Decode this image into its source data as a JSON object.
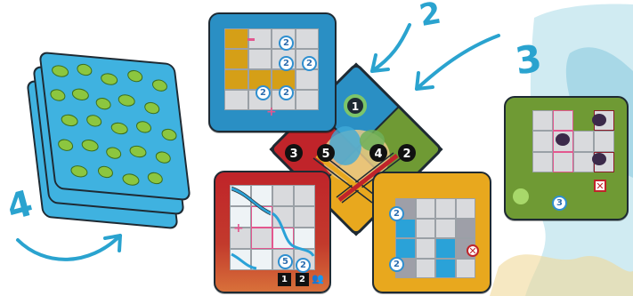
{
  "arrows": {
    "label_2": "2",
    "label_3": "3",
    "label_4": "4"
  },
  "blue_card": {
    "badges": [
      "2",
      "2",
      "2",
      "2",
      "2"
    ]
  },
  "red_card": {
    "badge_a": "5",
    "badge_b": "2",
    "player_num_1": "1",
    "player_num_2": "2"
  },
  "yellow_card": {
    "badges": [
      "2",
      "2"
    ]
  },
  "green_card": {
    "badge": "3"
  },
  "board": {
    "center_num": "1",
    "red_nums": [
      "3",
      "5"
    ],
    "yellow_nums": [
      "4",
      "2"
    ]
  },
  "colors": {
    "blue": "#2a8fc4",
    "red": "#c0242a",
    "yellow": "#e8a81e",
    "green": "#6f9a34",
    "ochre": "#d59f17",
    "river": "#2aa2d8",
    "pink": "#e3578f"
  }
}
